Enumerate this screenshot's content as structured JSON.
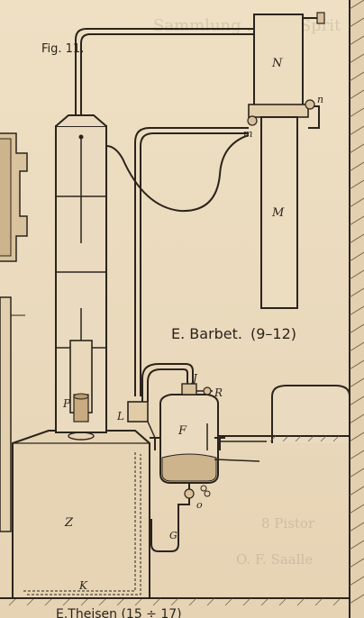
{
  "figure": {
    "number": "Fig. 11.",
    "title": "E. Barbet.",
    "title_range": "(9–12)",
    "bottom_partial": "E.Theisen (15 ÷ 17)"
  },
  "labels": {
    "N": "N",
    "M": "M",
    "n": "n",
    "m": "m",
    "J": "J",
    "R": "R",
    "L": "L",
    "F": "F",
    "P": "P",
    "Z": "Z",
    "K": "K",
    "G": "G",
    "o": "o"
  },
  "bleed_through": {
    "line1": "8 Pistor",
    "line2": "O. F. Saalle"
  }
}
